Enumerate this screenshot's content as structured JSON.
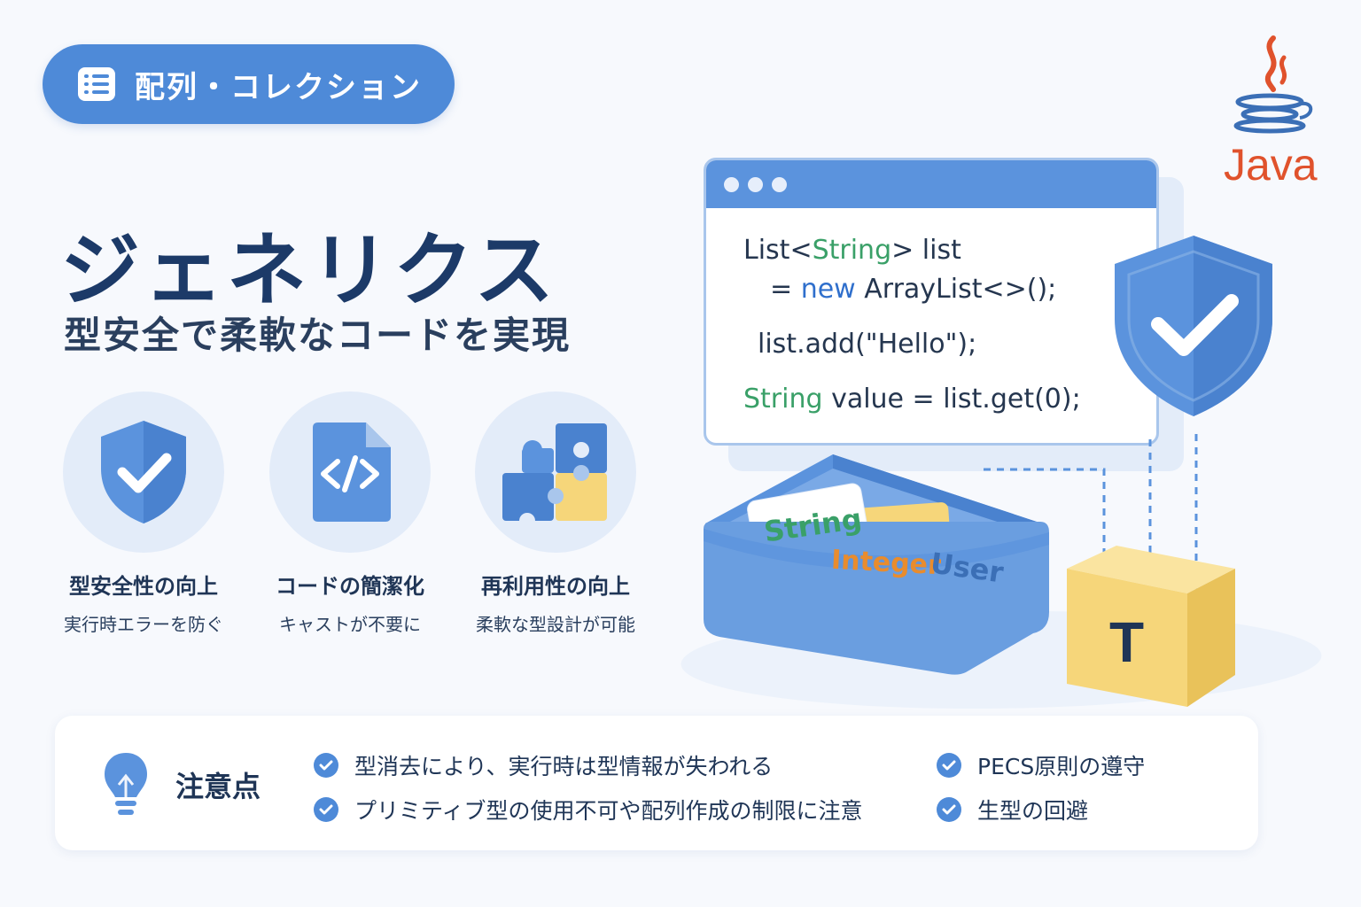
{
  "header": {
    "category_label": "配列・コレクション",
    "category_icon": "list-icon",
    "brand": "Java",
    "brand_color": "#e0522c"
  },
  "title": "ジェネリクス",
  "subtitle": "型安全で柔軟なコードを実現",
  "features": [
    {
      "icon": "shield-check-icon",
      "title": "型安全性の向上",
      "description": "実行時エラーを防ぐ"
    },
    {
      "icon": "code-file-icon",
      "title": "コードの簡潔化",
      "description": "キャストが不要に"
    },
    {
      "icon": "puzzle-icon",
      "title": "再利用性の向上",
      "description": "柔軟な型設計が可能"
    }
  ],
  "code": {
    "line1_a": "List<",
    "line1_type": "String",
    "line1_b": "> list",
    "line2_a": "= ",
    "line2_kw": "new",
    "line2_b": " ArrayList<>();",
    "line3": "list.add(\"Hello\");",
    "line4_type": "String",
    "line4_b": " value = list.get(0);"
  },
  "illustration": {
    "cards": [
      "String",
      "Integer",
      "User"
    ],
    "type_param": "T"
  },
  "notes": {
    "title": "注意点",
    "icon": "lightbulb-icon",
    "items": [
      "型消去により、実行時は型情報が失われる",
      "プリミティブ型の使用不可や配列作成の制限に注意",
      "PECS原則の遵守",
      "生型の回避"
    ]
  },
  "colors": {
    "primary": "#4e8ad8",
    "accent_green": "#3aa068",
    "accent_yellow": "#f6d67a",
    "background": "#f7f9fd"
  }
}
